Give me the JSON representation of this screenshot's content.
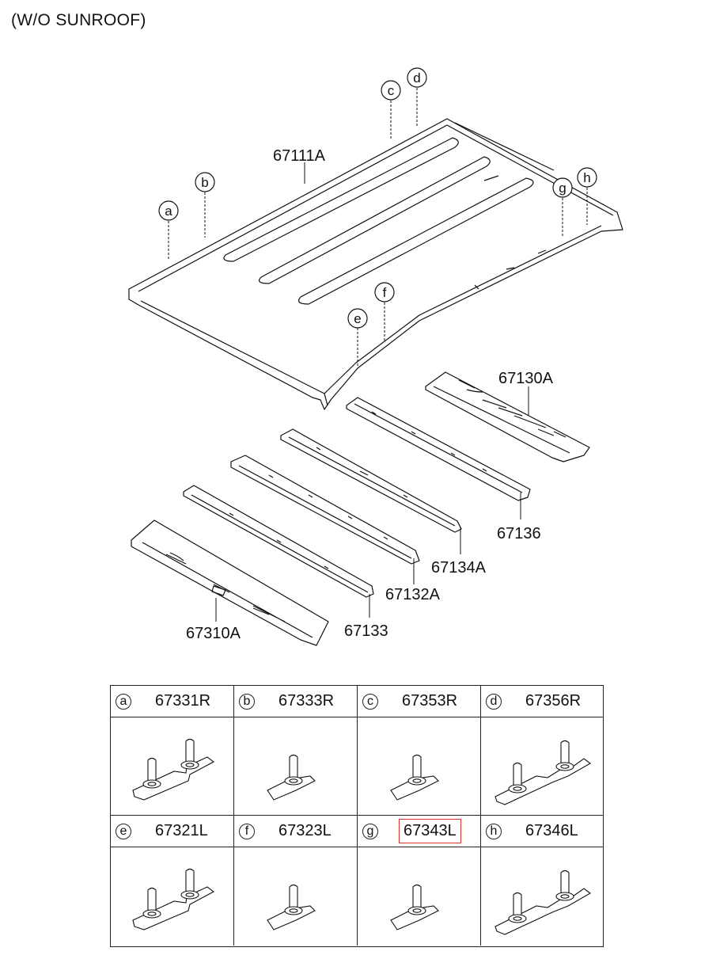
{
  "header": {
    "title": "(W/O SUNROOF)"
  },
  "diagram": {
    "part_labels": {
      "roof_panel": "67111A",
      "rail_rear": "67130A",
      "bow_rear": "67136",
      "bow_mid_rear": "67134A",
      "bow_mid_front": "67132A",
      "bow_front": "67133",
      "rail_front": "67310A"
    },
    "callouts": [
      "a",
      "b",
      "c",
      "d",
      "e",
      "f",
      "g",
      "h"
    ]
  },
  "table": {
    "cells": [
      {
        "letter": "a",
        "part": "67331R",
        "highlight": false,
        "icon": "double-bolt-bracket-icon"
      },
      {
        "letter": "b",
        "part": "67333R",
        "highlight": false,
        "icon": "single-bolt-bracket-icon"
      },
      {
        "letter": "c",
        "part": "67353R",
        "highlight": false,
        "icon": "single-bolt-bracket-icon"
      },
      {
        "letter": "d",
        "part": "67356R",
        "highlight": false,
        "icon": "double-bolt-long-bracket-icon"
      },
      {
        "letter": "e",
        "part": "67321L",
        "highlight": false,
        "icon": "double-bolt-bracket-icon"
      },
      {
        "letter": "f",
        "part": "67323L",
        "highlight": false,
        "icon": "single-bolt-bracket-icon"
      },
      {
        "letter": "g",
        "part": "67343L",
        "highlight": true,
        "icon": "single-bolt-bracket-icon"
      },
      {
        "letter": "h",
        "part": "67346L",
        "highlight": false,
        "icon": "double-bolt-long-bracket-icon"
      }
    ],
    "highlight_color": "#e03030"
  }
}
